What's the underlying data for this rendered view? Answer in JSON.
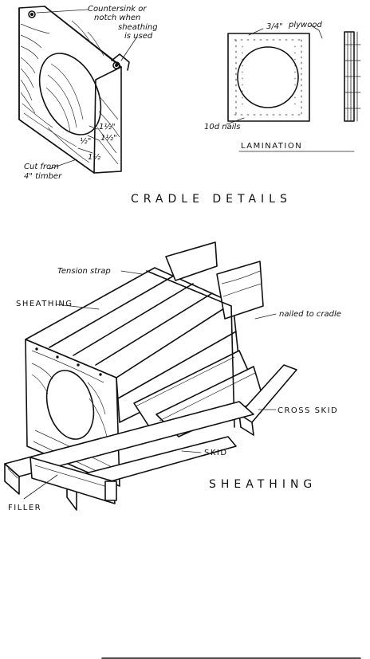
{
  "cradle": {
    "label_countersink": [
      "Countersink or",
      "notch when",
      "sheathing",
      "is used"
    ],
    "label_cut": [
      "Cut from",
      "4\" timber"
    ],
    "dim_marks": [
      "1½\"",
      "1½\"",
      "½\"",
      "1½"
    ]
  },
  "lamination": {
    "label_plywood_size": "3/4\"",
    "label_plywood": "plywood",
    "label_nails": "10d nails",
    "caption": "LAMINATION"
  },
  "cradle_caption": "CRADLE  DETAILS",
  "sheathing_fig": {
    "label_tension": "Tension strap",
    "label_sheathing": "SHEATHING",
    "label_nailed": "nailed to cradle",
    "label_cross_skid": "CROSS SKID",
    "label_skid": "SKID",
    "label_filler": "FILLER",
    "caption": "SHEATHING"
  }
}
